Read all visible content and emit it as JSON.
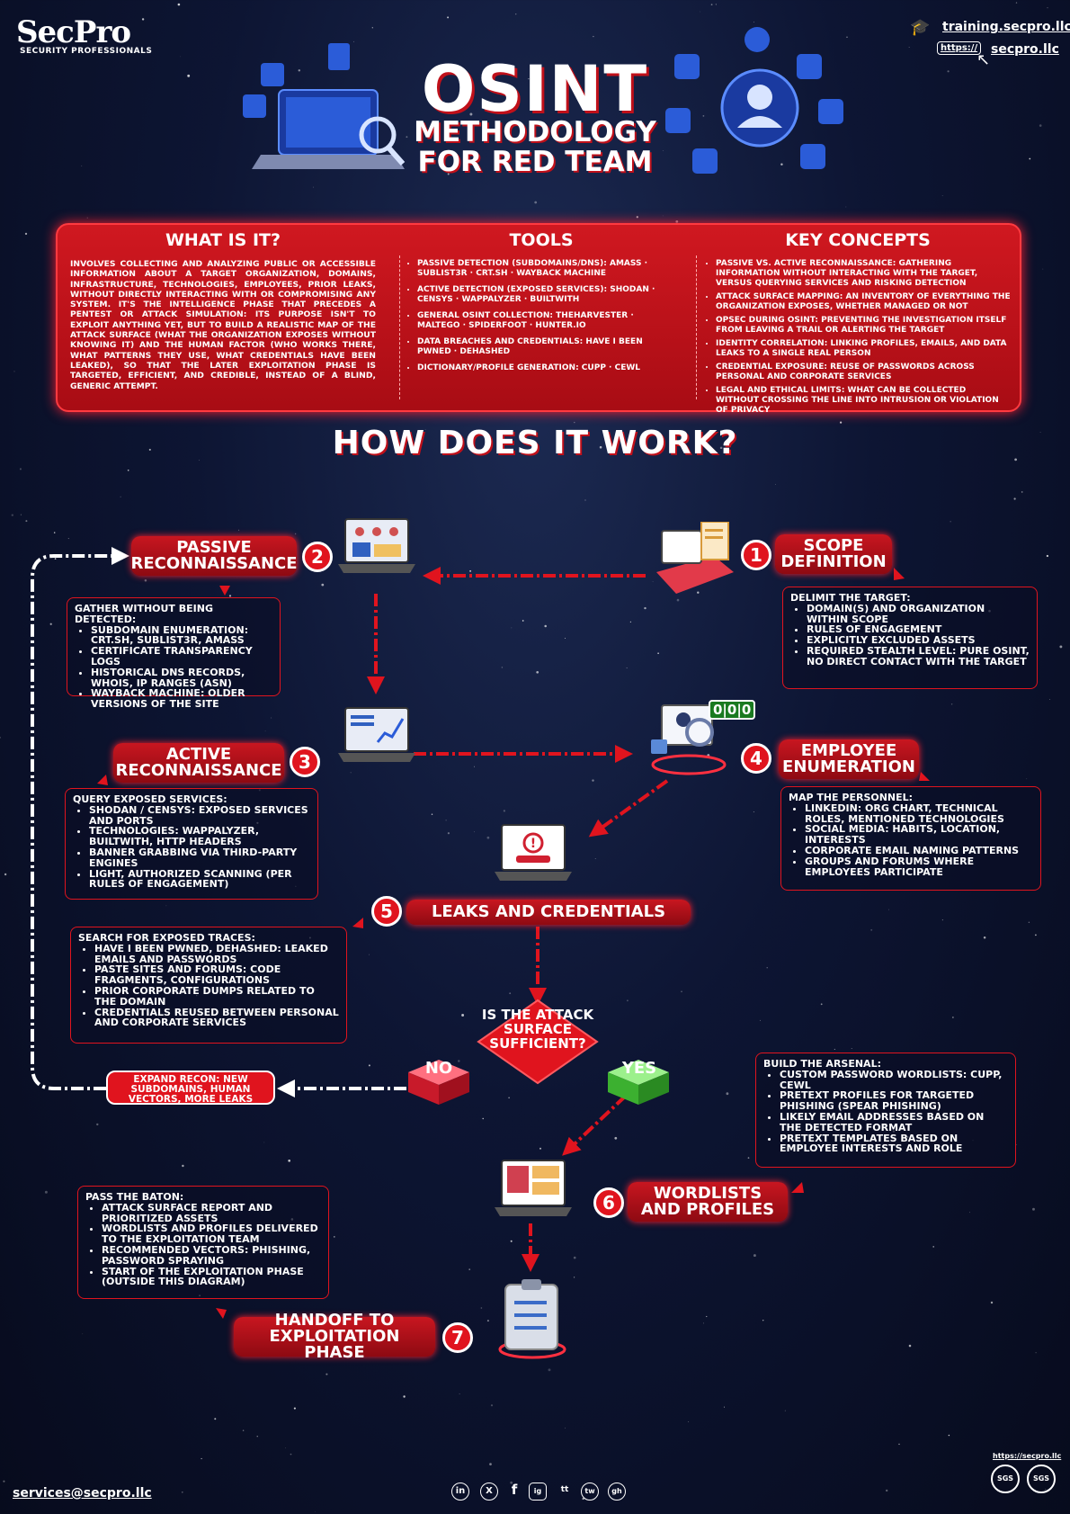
{
  "brand": {
    "logo": "SecPro",
    "tagline": "SECURITY PROFESSIONALS"
  },
  "links": {
    "training": "training.secpro.llc",
    "https": "https://",
    "site": "secpro.llc",
    "badge_url": "https://secpro.llc"
  },
  "title": {
    "line1": "OSINT",
    "line2": "METHODOLOGY",
    "line3": "FOR RED TEAM"
  },
  "panel": {
    "what": {
      "heading": "WHAT IS IT?",
      "text": "Involves collecting and analyzing public or accessible information about a target organization, domains, infrastructure, technologies, employees, prior leaks, without directly interacting with or compromising any system. It's the intelligence phase that precedes a pentest or attack simulation: its purpose isn't to exploit anything yet, but to build a realistic map of the attack surface (what the organization exposes without knowing it) and the human factor (who works there, what patterns they use, what credentials have been leaked), so that the later exploitation phase is targeted, efficient, and credible, instead of a blind, generic attempt."
    },
    "tools": {
      "heading": "TOOLS",
      "items": [
        "Passive detection (subdomains/DNS): Amass · Sublist3r · crt.sh · Wayback Machine",
        "Active detection (exposed services): Shodan · Censys · Wappalyzer · BuiltWith",
        "General OSINT collection: theHarvester · Maltego · SpiderFoot · Hunter.io",
        "Data breaches and credentials: Have I Been Pwned · DeHashed",
        "Dictionary/profile generation: CUPP · CeWL"
      ]
    },
    "concepts": {
      "heading": "KEY CONCEPTS",
      "items": [
        "Passive vs. active reconnaissance: gathering information without interacting with the target, versus querying services and risking detection",
        "Attack surface mapping: an inventory of everything the organization exposes, whether managed or not",
        "OPSEC during OSINT: preventing the investigation itself from leaving a trail or alerting the target",
        "Identity correlation: linking profiles, emails, and data leaks to a single real person",
        "Credential exposure: reuse of passwords across personal and corporate services",
        "Legal and ethical limits: what can be collected without crossing the line into intrusion or violation of privacy"
      ]
    }
  },
  "how_heading": "HOW DOES IT WORK?",
  "steps": {
    "s1": {
      "num": "1",
      "label": "SCOPE DEFINITION",
      "head": "DELIMIT THE TARGET:",
      "items": [
        "Domain(s) and organization within scope",
        "Rules of engagement",
        "Explicitly excluded assets",
        "Required stealth level: pure OSINT, no direct contact with the target"
      ]
    },
    "s2": {
      "num": "2",
      "label": "PASSIVE RECONNAISSANCE",
      "head": "GATHER WITHOUT BEING DETECTED:",
      "items": [
        "Subdomain enumeration: crt.sh, Sublist3r, Amass",
        "Certificate transparency logs",
        "Historical DNS records, WHOIS, IP ranges (ASN)",
        "Wayback Machine: older versions of the site"
      ]
    },
    "s3": {
      "num": "3",
      "label": "ACTIVE RECONNAISSANCE",
      "head": "QUERY EXPOSED SERVICES:",
      "items": [
        "Shodan / Censys: exposed services and ports",
        "Technologies: Wappalyzer, BuiltWith, HTTP headers",
        "Banner grabbing via third-party engines",
        "Light, authorized scanning (per rules of engagement)"
      ]
    },
    "s4": {
      "num": "4",
      "label": "EMPLOYEE ENUMERATION",
      "head": "MAP THE PERSONNEL:",
      "items": [
        "LinkedIn: org chart, technical roles, mentioned technologies",
        "Social media: habits, location, interests",
        "Corporate email naming patterns",
        "Groups and forums where employees participate"
      ],
      "badge": "0|0|0"
    },
    "s5": {
      "num": "5",
      "label": "LEAKS AND CREDENTIALS",
      "head": "SEARCH FOR EXPOSED TRACES:",
      "items": [
        "Have I Been Pwned, DeHashed: leaked emails and passwords",
        "Paste sites and forums: code fragments, configurations",
        "Prior corporate dumps related to the domain",
        "Credentials reused between personal and corporate services"
      ]
    },
    "s6": {
      "num": "6",
      "label": "WORDLISTS AND PROFILES",
      "head": "BUILD THE ARSENAL:",
      "items": [
        "Custom password wordlists: CUPP, CeWL",
        "Pretext profiles for targeted phishing (spear phishing)",
        "Likely email addresses based on the detected format",
        "Pretext templates based on employee interests and role"
      ]
    },
    "s7": {
      "num": "7",
      "label": "HANDOFF TO EXPLOITATION PHASE",
      "head": "PASS THE BATON:",
      "items": [
        "Attack surface report and prioritized assets",
        "Wordlists and profiles delivered to the exploitation team",
        "Recommended vectors: phishing, password spraying",
        "Start of the exploitation phase (outside this diagram)"
      ]
    }
  },
  "decision": {
    "question": "IS THE ATTACK SURFACE SUFFICIENT?",
    "no": "NO",
    "yes": "YES",
    "expand": "EXPAND RECON: NEW SUBDOMAINS, HUMAN VECTORS, MORE LEAKS"
  },
  "footer": {
    "email": "services@secpro.llc",
    "socials": [
      "in",
      "X",
      "f",
      "ig",
      "tt",
      "tw",
      "gh"
    ],
    "badges": [
      "SGS",
      "SGS"
    ]
  },
  "colors": {
    "accent": "#e0141e",
    "bg": "#0d1533"
  }
}
